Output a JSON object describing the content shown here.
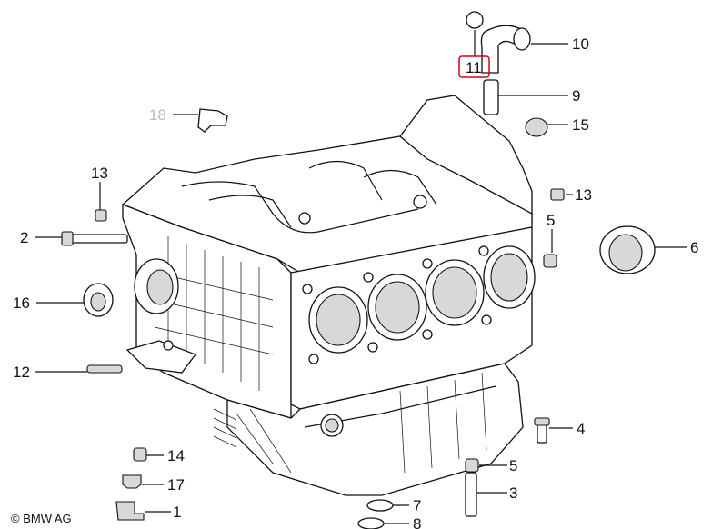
{
  "diagram": {
    "highlight_color": "#d0021b",
    "dim_color": "#bbbbbb",
    "callouts": {
      "c1": "1",
      "c2": "2",
      "c3": "3",
      "c4": "4",
      "c5a": "5",
      "c5b": "5",
      "c6": "6",
      "c7": "7",
      "c8": "8",
      "c9": "9",
      "c10": "10",
      "c11": "11",
      "c12": "12",
      "c13a": "13",
      "c13b": "13",
      "c14": "14",
      "c15": "15",
      "c16": "16",
      "c17": "17",
      "c18": "18"
    },
    "selected_callout": "11",
    "copyright": "© BMW AG"
  }
}
